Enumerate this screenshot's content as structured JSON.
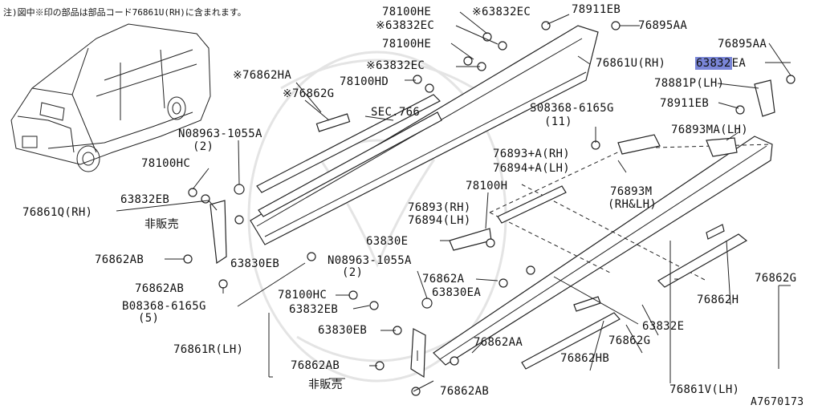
{
  "note": "注)図中※印の部品は部品コード76861U(RH)に含まれます。",
  "diagram_code": "A7670173",
  "highlight_color": "#7a86d8",
  "labels": {
    "p78100HE_a": "78100HE",
    "p63832EC_a": "※63832EC",
    "p78911EB_a": "78911EB",
    "p63832EC_b": "※63832EC",
    "p76895AA_a": "76895AA",
    "p78100HE_b": "78100HE",
    "p76895AA_b": "76895AA",
    "p63832EC_c": "※63832EC",
    "p76861U": "76861U(RH)",
    "p63832EA_hl": "63832",
    "p63832EA_rest": "EA",
    "p76862HA": "※76862HA",
    "p78100HD": "78100HD",
    "p78881P": "78881P(LH)",
    "p76862G_a": "※76862G",
    "p78911EB_b": "78911EB",
    "sec766": "SEC.766",
    "p08368_a": "S08368-6165G",
    "p08368_a_qty": "(11)",
    "p08963_a": "N08963-1055A",
    "p08963_a_qty": "(2)",
    "p76893MA": "76893MA(LH)",
    "p76893A": "76893+A(RH)",
    "p76894A": "76894+A(LH)",
    "p78100HC_a": "78100HC",
    "p76893M": "76893M",
    "p76893M_side": "(RH&LH)",
    "p78100H": "78100H",
    "p63832EB_a": "63832EB",
    "p76861Q": "76861Q(RH)",
    "hanbai_a": "非販売",
    "p76893": "76893(RH)",
    "p76894": "76894(LH)",
    "p63830E": "63830E",
    "p76862AB_a": "76862AB",
    "p63830EB_a": "63830EB",
    "p08963_b": "N08963-1055A",
    "p08963_b_qty": "(2)",
    "p76862A": "76862A",
    "p76862G_b": "76862G",
    "p76862AB_b": "76862AB",
    "p08368_b": "B08368-6165G",
    "p08368_b_qty": "(5)",
    "p78100HC_b": "78100HC",
    "p63830EA": "63830EA",
    "p76862H": "76862H",
    "p63832EB_b": "63832EB",
    "p63830EB_b": "63830EB",
    "p63832E": "63832E",
    "p76861R": "76861R(LH)",
    "p76862AA": "76862AA",
    "p76862G_c": "76862G",
    "p76862HB": "76862HB",
    "p76862AB_c": "76862AB",
    "hanbai_b": "非販売",
    "p76862AB_d": "76862AB",
    "p76861V": "76861V(LH)"
  }
}
